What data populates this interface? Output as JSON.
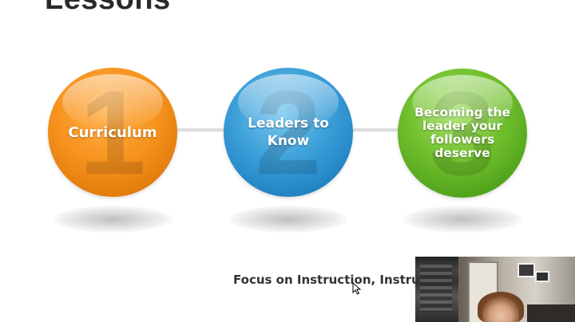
{
  "slide": {
    "title": "Lessons",
    "lessons": [
      {
        "number": "1",
        "label": "Curriculum",
        "color": "#f7931e"
      },
      {
        "number": "2",
        "label": "Leaders to Know",
        "color": "#2f8fd0"
      },
      {
        "number": "3",
        "label": "Becoming the leader your followers deserve",
        "color": "#5faf22"
      }
    ],
    "footer_text": "Focus on Instruction, Instruc"
  },
  "overlay": {
    "webcam_label": "",
    "cursor_icon": "mouse-pointer-icon"
  }
}
